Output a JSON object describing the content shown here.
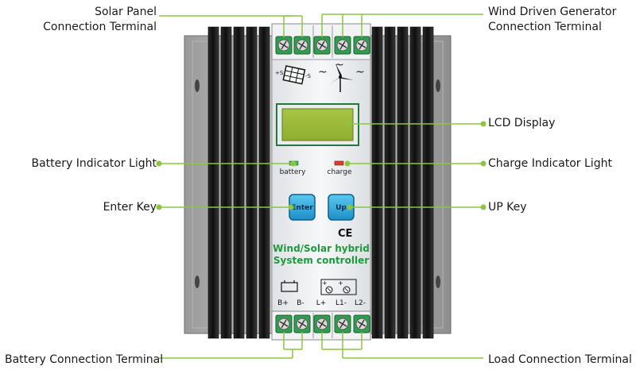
{
  "callouts": {
    "solar_panel_terminal": {
      "line1": "Solar Panel",
      "line2": "Connection Terminal"
    },
    "wind_generator_terminal": {
      "line1": "Wind Driven Generator",
      "line2": "Connection Terminal"
    },
    "lcd_display": "LCD Display",
    "battery_indicator": "Battery Indicator Light",
    "charge_indicator": "Charge Indicator Light",
    "enter_key": "Enter Key",
    "up_key": "UP Key",
    "battery_terminal": "Battery Connection Terminal",
    "load_terminal": "Load Connection Terminal"
  },
  "device": {
    "panel_top_symbols": {
      "solar_plus": "+S",
      "solar_minus": "-S",
      "tilde": "~"
    },
    "indicators": {
      "battery_label": "battery",
      "charge_label": "charge"
    },
    "buttons": {
      "enter_label": "Enter",
      "up_label": "Up"
    },
    "ce_mark": "CE",
    "title_line1": "Wind/Solar hybrid",
    "title_line2": "System controller",
    "bottom_terminal_labels": [
      "B+",
      "B-",
      "L+",
      "L1-",
      "L2-"
    ],
    "bottom_symbol_plus": "+"
  },
  "colors": {
    "callout_line": "#8cc63f",
    "terminal_green": "#2f9e4f",
    "button_blue": "#2aa9e0",
    "title_green": "#1e9a3c",
    "lcd_green": "#9db83a",
    "heatsink_black": "#141414",
    "panel_gray": "#eef0f2"
  }
}
